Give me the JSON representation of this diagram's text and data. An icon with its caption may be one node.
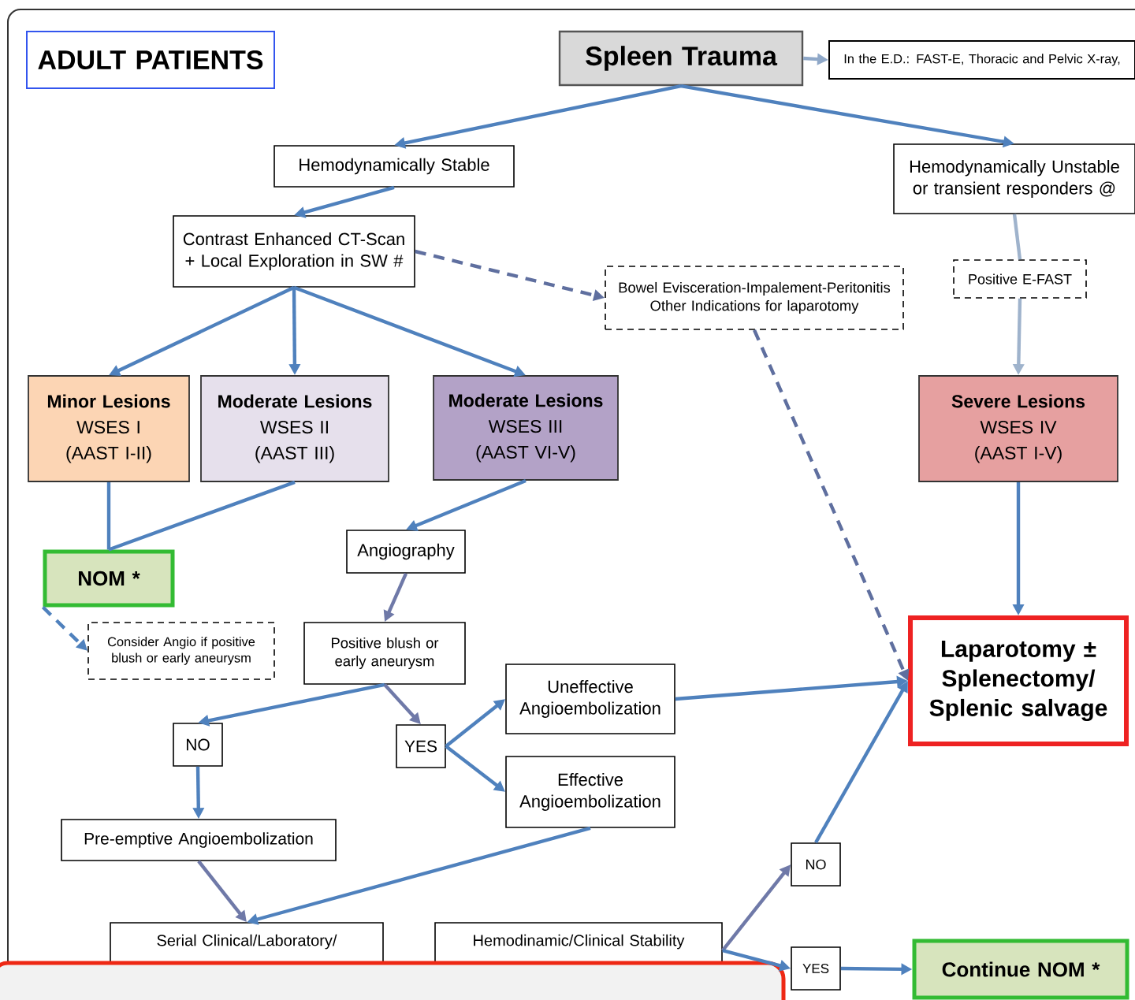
{
  "diagram": {
    "nodes": [
      {
        "text": [
          "ADULT PATIENTS"
        ]
      },
      {
        "text": [
          "Spleen Trauma"
        ]
      },
      {
        "text": [
          "In the E.D.: FAST-E, Thoracic and Pelvic X-ray,"
        ]
      },
      {
        "text": [
          "Hemodynamically Stable"
        ]
      },
      {
        "text": [
          "Hemodynamically Unstable or transient responders @"
        ]
      },
      {
        "text": [
          "Contrast Enhanced CT-Scan + Local Exploration in SW #"
        ]
      },
      {
        "text": [
          "Bowel Evisceration-Impalement-Peritonitis Other Indications for laparotomy"
        ]
      },
      {
        "text": [
          "Positive E-FAST"
        ]
      },
      {
        "text": [
          "Minor Lesions",
          "WSES I",
          "(AAST I-II)"
        ]
      },
      {
        "text": [
          "Moderate Lesions",
          "WSES II",
          "(AAST III)"
        ]
      },
      {
        "text": [
          "Moderate Lesions",
          "WSES III",
          "(AAST VI-V)"
        ]
      },
      {
        "text": [
          "Severe Lesions",
          "WSES IV",
          "(AAST I-V)"
        ]
      },
      {
        "text": [
          "NOM *"
        ]
      },
      {
        "text": [
          "Angiography"
        ]
      },
      {
        "text": [
          "Consider Angio if positive blush or early aneurysm"
        ]
      },
      {
        "text": [
          "Positive blush or early aneurysm"
        ]
      },
      {
        "text": [
          "Laparotomy ± Splenectomy/ Splenic salvage"
        ]
      },
      {
        "text": [
          "Uneffective Angioembolization"
        ]
      },
      {
        "text": [
          "NO"
        ]
      },
      {
        "text": [
          "YES"
        ]
      },
      {
        "text": [
          "Effective Angioembolization"
        ]
      },
      {
        "text": [
          "Pre-emptive Angioembolization"
        ]
      },
      {
        "text": [
          "NO"
        ]
      },
      {
        "text": [
          "Serial Clinical/Laboratory/"
        ]
      },
      {
        "text": [
          "Hemodinamic/Clinical Stability"
        ]
      },
      {
        "text": [
          "YES"
        ]
      },
      {
        "text": [
          "Continue NOM *"
        ]
      }
    ],
    "edges": [
      {
        "from": 1,
        "to": 2,
        "arrow": "to",
        "color": "#8fa8c8"
      },
      {
        "from": 1,
        "to": 3,
        "arrow": "to"
      },
      {
        "from": 1,
        "to": 4,
        "arrow": "to"
      },
      {
        "from": 3,
        "to": 5,
        "arrow": "to"
      },
      {
        "from": 5,
        "to": 6,
        "arrow": "to",
        "style": "dashed",
        "color": "#5f6f9f"
      },
      {
        "from": 5,
        "to": 8,
        "arrow": "to"
      },
      {
        "from": 5,
        "to": 9,
        "arrow": "to"
      },
      {
        "from": 5,
        "to": 10,
        "arrow": "to"
      },
      {
        "from": 6,
        "to": 16,
        "arrow": "to",
        "style": "dashed",
        "color": "#5f6f9f"
      },
      {
        "from": 4,
        "to": 7,
        "arrow": "none",
        "color": "#9fb3cc"
      },
      {
        "from": 7,
        "to": 11,
        "arrow": "to",
        "color": "#9fb3cc"
      },
      {
        "from": 11,
        "to": 16,
        "arrow": "to"
      },
      {
        "from": 8,
        "to": 12,
        "arrow": "none"
      },
      {
        "from": 9,
        "to": 12,
        "arrow": "none"
      },
      {
        "from": 10,
        "to": 13,
        "arrow": "to"
      },
      {
        "from": 12,
        "to": 14,
        "arrow": "to",
        "style": "dashed"
      },
      {
        "from": 13,
        "to": 15,
        "arrow": "to",
        "color": "#6f79a8"
      },
      {
        "from": 15,
        "to": 18,
        "arrow": "to"
      },
      {
        "from": 15,
        "to": 19,
        "arrow": "to",
        "color": "#6f79a8"
      },
      {
        "from": 19,
        "to": 17,
        "arrow": "to"
      },
      {
        "from": 19,
        "to": 20,
        "arrow": "to"
      },
      {
        "from": 17,
        "to": 16,
        "arrow": "to"
      },
      {
        "from": 18,
        "to": 21,
        "arrow": "to"
      },
      {
        "from": 21,
        "to": 23,
        "arrow": "to",
        "color": "#6f79a8"
      },
      {
        "from": 20,
        "to": 23,
        "arrow": "to"
      },
      {
        "from": 24,
        "to": 22,
        "arrow": "to",
        "color": "#6f79a8"
      },
      {
        "from": 24,
        "to": 25,
        "arrow": "to"
      },
      {
        "from": 22,
        "to": 16,
        "arrow": "to"
      },
      {
        "from": 25,
        "to": 26,
        "arrow": "to"
      }
    ]
  }
}
